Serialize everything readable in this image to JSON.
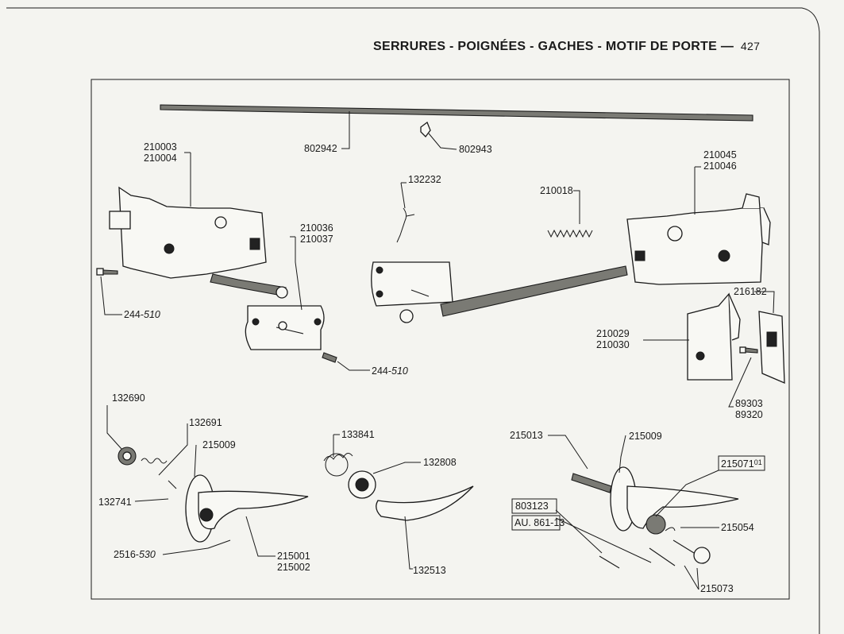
{
  "header": {
    "title": "SERRURES - POIGNÉES - GACHES - MOTIF DE PORTE —",
    "page_number": "427"
  },
  "labels": {
    "l802942": "802942",
    "l802943": "802943",
    "l210003": "210003",
    "l210004": "210004",
    "l132232": "132232",
    "l210018": "210018",
    "l210045": "210045",
    "l210046": "210046",
    "l210036": "210036",
    "l210037": "210037",
    "l244a": "244-",
    "l244a_it": "510",
    "l244b": "244-",
    "l244b_it": "510",
    "l216182": "216182",
    "l210029": "210029",
    "l210030": "210030",
    "l89303": "89303",
    "l89320": "89320",
    "l132690": "132690",
    "l132691": "132691",
    "l215009a": "215009",
    "l132741": "132741",
    "l2516": "2516-",
    "l2516_it": "530",
    "l215001": "215001",
    "l215002": "215002",
    "l133841": "133841",
    "l132808": "132808",
    "l132513": "132513",
    "l215013": "215013",
    "l215009b": "215009",
    "l215071": "215071",
    "l215071_sup": "01",
    "l803123": "803123",
    "lau": "AU. 861-13",
    "l215054": "215054",
    "l215073": "215073"
  }
}
